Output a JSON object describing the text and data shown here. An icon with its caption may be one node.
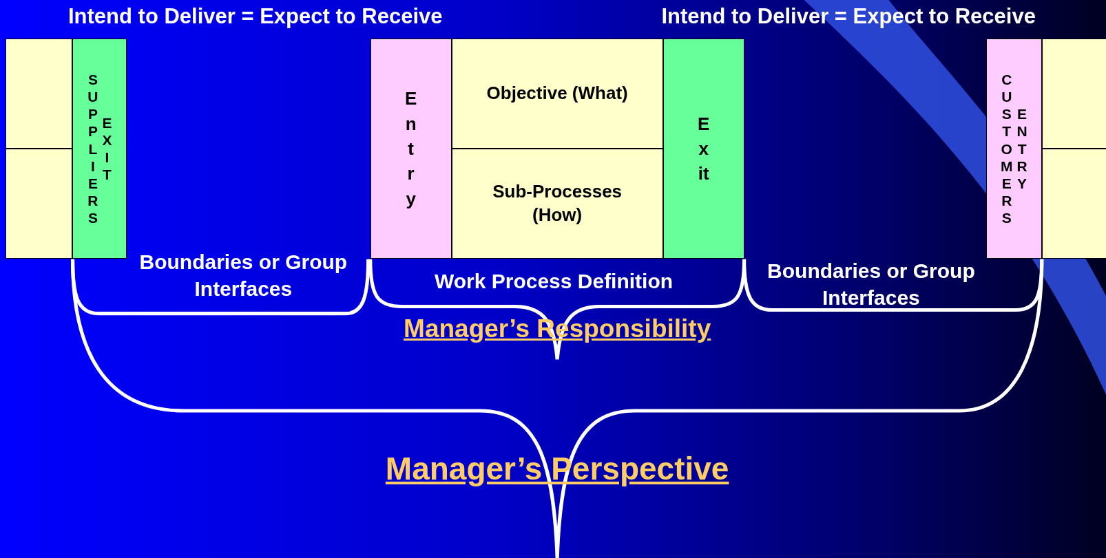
{
  "diagram": {
    "nodes": [
      {
        "text": [],
        "shape": "box"
      },
      {
        "text": [],
        "shape": "box"
      },
      {
        "text": [
          "SUPPLIERS",
          "EXIT"
        ]
      },
      {
        "text": [
          "Entry"
        ]
      },
      {
        "text": [
          "Objective (What)"
        ]
      },
      {
        "text": [
          "Sub-Processes (How)"
        ]
      },
      {
        "text": [
          "Exit"
        ]
      },
      {
        "text": [
          "CUSTOMERS",
          "ENTRY"
        ]
      },
      {
        "text": [],
        "shape": "box"
      },
      {
        "text": [],
        "shape": "box"
      }
    ],
    "edges": [],
    "labels": [
      "Intend to Deliver = Expect to Receive",
      "Intend to Deliver = Expect to Receive",
      "Boundaries or Group Interfaces",
      "Work Process Definition",
      "Boundaries or Group Interfaces",
      "Manager’s Responsibility",
      "Manager’s Perspective"
    ]
  }
}
